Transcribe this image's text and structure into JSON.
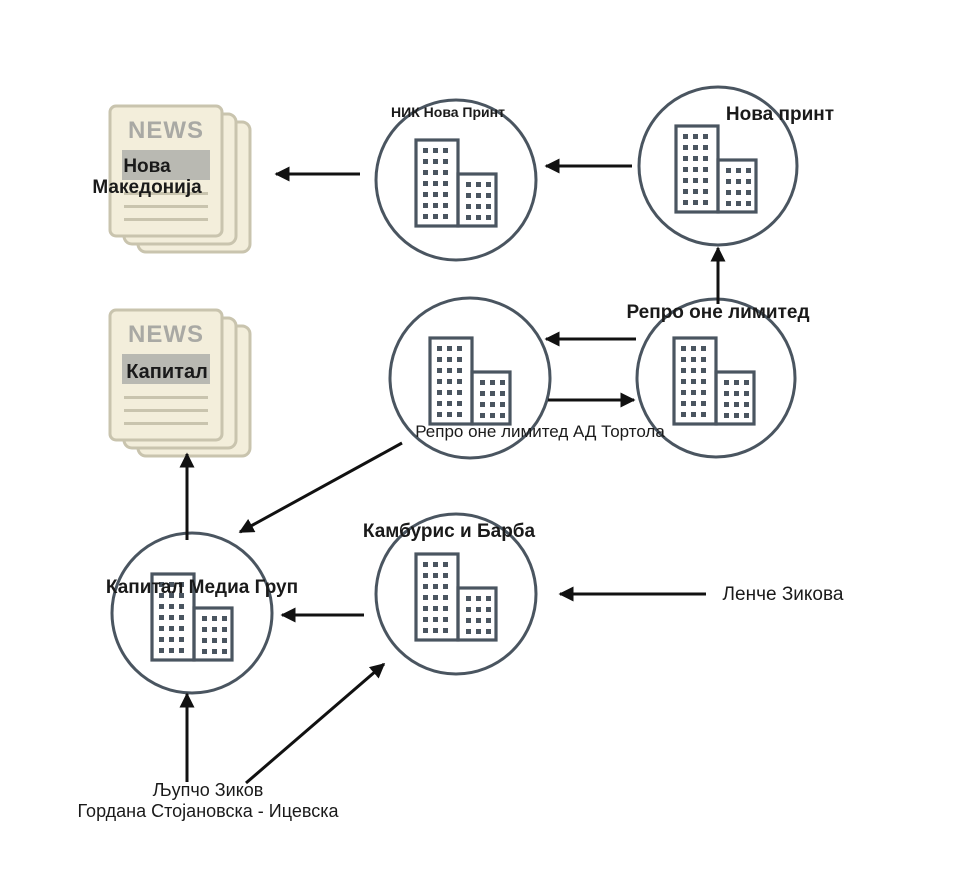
{
  "newspapers": {
    "nova_makedonija": {
      "badge": "NEWS",
      "name_line1": "Нова",
      "name_line2": "Македонија"
    },
    "kapital": {
      "badge": "NEWS",
      "name": "Капитал"
    }
  },
  "companies": {
    "nik_nova_print": "НИК Нова Принт",
    "nova_print": "Нова принт",
    "repro_one_limited": "Репро оне лимитед",
    "repro_one_limited_ad_tortola": "Репро оне лимитед АД Тортола",
    "kamburis_barba": "Камбурис и Барба",
    "kapital_media_grup": "Капитал Медиа Груп"
  },
  "persons": {
    "lence_zikova": "Ленче Зикова",
    "ljupco_zikov": "Љупчо Зиков",
    "gordana": "Гордана Стојановска - Ицевска"
  },
  "colors": {
    "node_stroke": "#4a5560",
    "paper_fill": "#f3eedb",
    "paper_stroke": "#c9c4ae",
    "label_band": "#b9b9b2",
    "arrow": "#111111"
  }
}
